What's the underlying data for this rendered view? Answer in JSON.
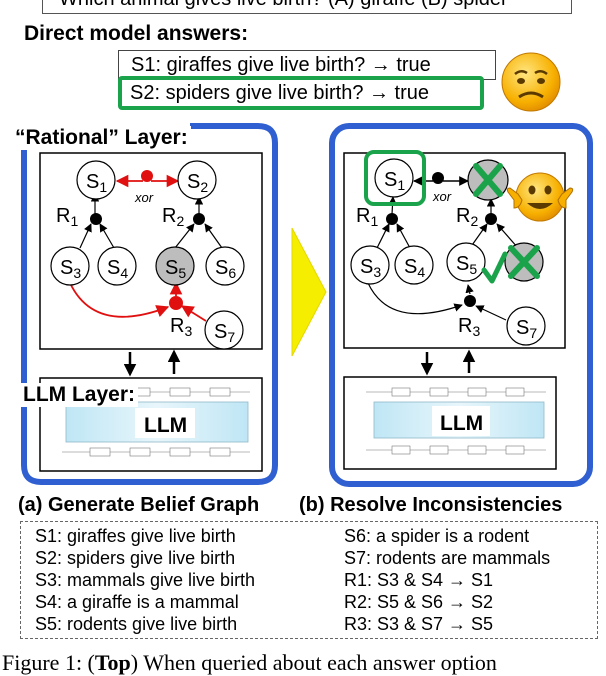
{
  "question": "Which animal gives live birth? (A) giraffe (B) spider",
  "direct": {
    "title": "Direct model answers:",
    "s1": "S1: giraffes give live birth? → true",
    "s2": "S2: spiders give live birth? → true"
  },
  "panel_a": {
    "rational_title": "“Rational” Layer:",
    "llm_title": "LLM Layer:",
    "llm_label": "LLM",
    "caption": "(a) Generate Belief Graph"
  },
  "panel_b": {
    "llm_label": "LLM",
    "caption": "(b) Resolve Inconsistencies"
  },
  "nodes": {
    "s1": "S",
    "s1_sub": "1",
    "s2": "S",
    "s2_sub": "2",
    "s3": "S",
    "s3_sub": "3",
    "s4": "S",
    "s4_sub": "4",
    "s5": "S",
    "s5_sub": "5",
    "s6": "S",
    "s6_sub": "6",
    "s7": "S",
    "s7_sub": "7",
    "r1": "R",
    "r1_sub": "1",
    "r2": "R",
    "r2_sub": "2",
    "r3": "R",
    "r3_sub": "3",
    "xor": "xor"
  },
  "legend": {
    "left": [
      "S1: giraffes give live birth",
      "S2: spiders give live birth",
      "S3: mammals give live birth",
      "S4: a giraffe is a mammal",
      "S5: rodents give live birth"
    ],
    "right": [
      "S6: a spider is a rodent",
      "S7: rodents are mammals",
      "R1: S3 & S4 → S1",
      "R2: S5 & S6 → S2",
      "R3: S3 & S7 → S5"
    ]
  },
  "figure_caption": {
    "prefix": "Figure 1: (",
    "bold": "Top",
    "rest": ") When queried about each answer option"
  },
  "colors": {
    "accent_blue": "#2f5fd0",
    "green": "#1aa34a",
    "red": "#e01010",
    "arrow_yellow": "#f5ee00",
    "grey_node": "#bdbdbd"
  }
}
